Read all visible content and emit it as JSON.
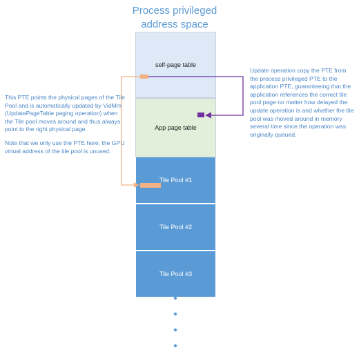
{
  "title": {
    "line1": "Process privileged",
    "line2": "address space"
  },
  "segments": {
    "self_page_table": "self-page table",
    "app_page_table": "App page table",
    "tile_pool_1": "Tile Pool #1",
    "tile_pool_2": "Tile Pool #2",
    "tile_pool_3": "Tile Pool #3"
  },
  "notes": {
    "left_paragraph_1": "This PTE points the physical pages of the Tile Pool and is automatically updated by VidMm (UpdatePageTable paging operation) when the Tile pool moves around and thus always point to the right physical page.",
    "left_paragraph_2": "Note that we only use the PTE here, the GPU virtual address of the tile pool is unused.",
    "right": "Update operation copy the PTE from the process privileged PTE to the application PTE, guaranteeing that the application references the correct tile pool page no matter how delayed the update operation is and whether the tile pool was moved around in memory several time since the operation was originally queued."
  },
  "colors": {
    "title": "#5b9bd5",
    "note_text": "#4a86c5",
    "self_page_table_fill": "#dde9f6",
    "app_page_table_fill": "#e2efda",
    "tile_pool_fill": "#5b9bd5",
    "orange_connector": "#f4b183",
    "purple_connector": "#7030a0",
    "continuation_dots": "#5b9bd5"
  }
}
